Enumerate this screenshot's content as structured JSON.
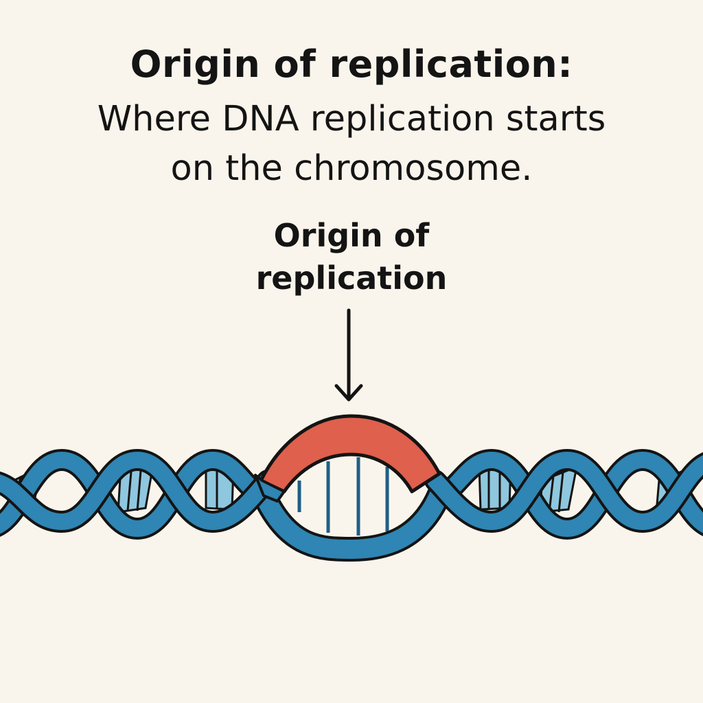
{
  "header": {
    "title": "Origin of replication:",
    "subtitle_line1": "Where DNA replication starts",
    "subtitle_line2": "on the chromosome."
  },
  "callout": {
    "line1": "Origin of",
    "line2": "replication"
  },
  "colors": {
    "background": "#faf5ec",
    "strand": "#2f85b3",
    "strand_light": "#8fc7df",
    "origin_bubble": "#df604c",
    "outline": "#141414",
    "text": "#141414"
  },
  "icons": {
    "arrow": "down-arrow-icon",
    "helix": "dna-double-helix-icon"
  }
}
